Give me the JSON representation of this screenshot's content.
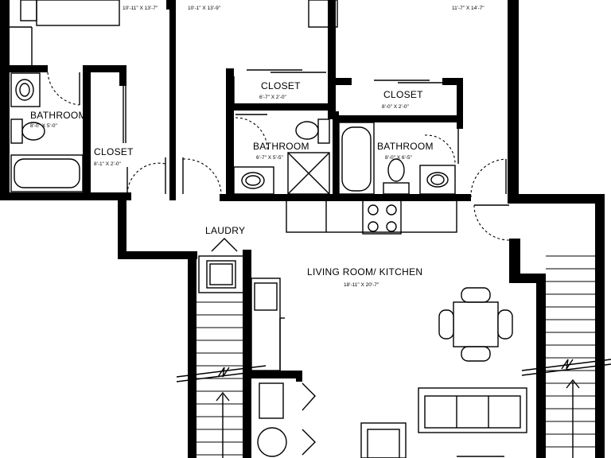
{
  "rooms": {
    "bedroom_left_dim": "10'-11\" X 13'-7\"",
    "bedroom_mid_dim": "10'-1\" X 13'-9\"",
    "bedroom_right_dim": "11'-7\" X 14'-7\"",
    "bath1_label": "BATHROOM",
    "bath1_dim": "8'-0\" X 5'-0\"",
    "closet1_label": "CLOSET",
    "closet1_dim": "8'-1\" X 2'-0\"",
    "closet2_label": "CLOSET",
    "closet2_dim": "6'-7\" X 2'-0\"",
    "closet3_label": "CLOSET",
    "closet3_dim": "8'-0\" X 2'-0\"",
    "bath2_label": "BATHROOM",
    "bath2_dim": "6'-7\" X 5'-5\"",
    "bath3_label": "BATHROOM",
    "bath3_dim": "8'-0\" X 6'-5\"",
    "laundry_label": "LAUDRY",
    "living_label": "LIVING ROOM/ KITCHEN",
    "living_dim": "18'-11\" X 20'-7\""
  }
}
